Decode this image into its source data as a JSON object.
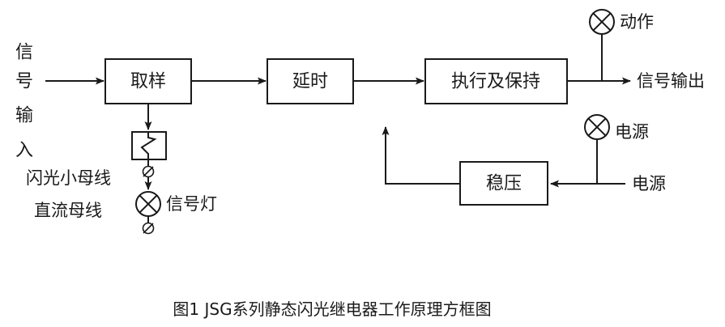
{
  "figure": {
    "caption": "图1  JSG系列静态闪光继电器工作原理方框图",
    "line_color": "#1a1a1a",
    "background": "#ffffff"
  },
  "blocks": [
    {
      "id": "sampling",
      "label": "取样"
    },
    {
      "id": "delay",
      "label": "延时"
    },
    {
      "id": "execute",
      "label": "执行及保持"
    },
    {
      "id": "regulator",
      "label": "稳压"
    }
  ],
  "input": {
    "vertical_label": "信号输入",
    "vertical_chars": [
      "信",
      "号",
      "输",
      "入"
    ]
  },
  "bus_labels": [
    {
      "id": "flash-bus",
      "label": "闪光小母线"
    },
    {
      "id": "dc-bus",
      "label": "直流母线"
    }
  ],
  "indicators": [
    {
      "id": "signal-lamp",
      "label": "信号灯",
      "symbol": "lamp"
    },
    {
      "id": "action-lamp",
      "label": "动作",
      "symbol": "lamp"
    },
    {
      "id": "power-lamp",
      "label": "电源",
      "symbol": "lamp"
    }
  ],
  "outputs": [
    {
      "id": "signal-output",
      "label": "信号输出"
    },
    {
      "id": "power-input",
      "label": "电源"
    }
  ],
  "symbols": {
    "lamp": "circle-with-cross",
    "terminal": "slashed-circle",
    "contact": "switch-contact"
  }
}
